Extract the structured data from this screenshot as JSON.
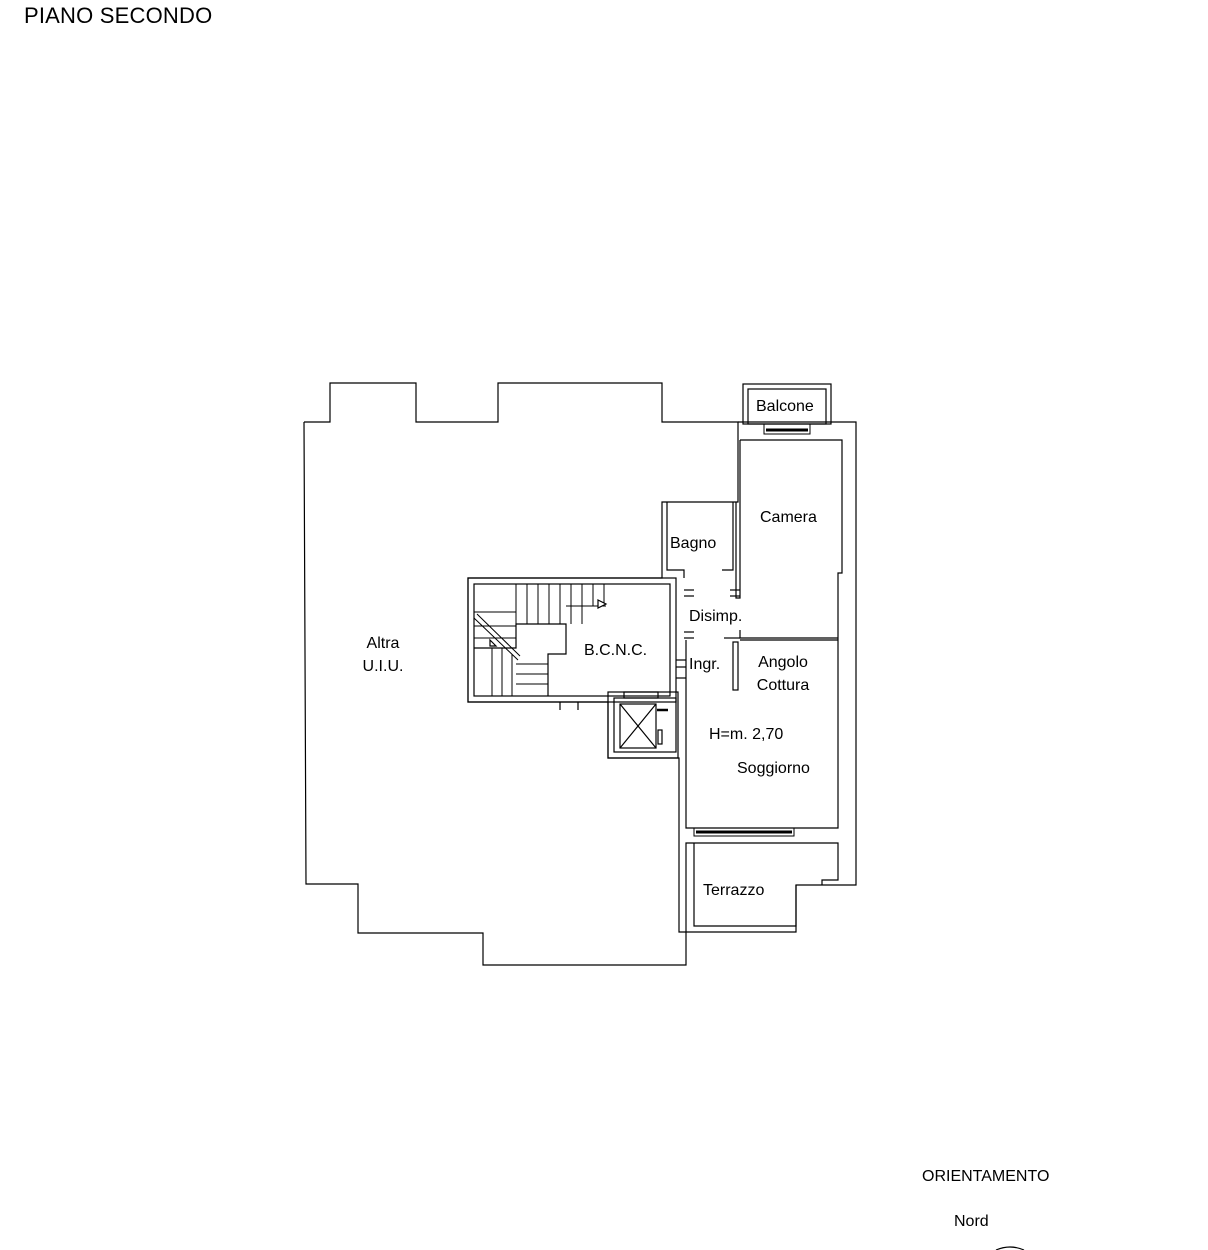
{
  "title": "PIANO SECONDO",
  "rooms": {
    "altra": "Altra",
    "altra2": "U.I.U.",
    "bcnc": "B.C.N.C.",
    "balcone": "Balcone",
    "camera": "Camera",
    "bagno": "Bagno",
    "disimp": "Disimp.",
    "ingr": "Ingr.",
    "angolo": "Angolo",
    "cottura": "Cottura",
    "altezza": "H=m. 2,70",
    "soggiorno": "Soggiorno",
    "terrazzo": "Terrazzo"
  },
  "orientation": {
    "heading": "ORIENTAMENTO",
    "north": "Nord"
  }
}
